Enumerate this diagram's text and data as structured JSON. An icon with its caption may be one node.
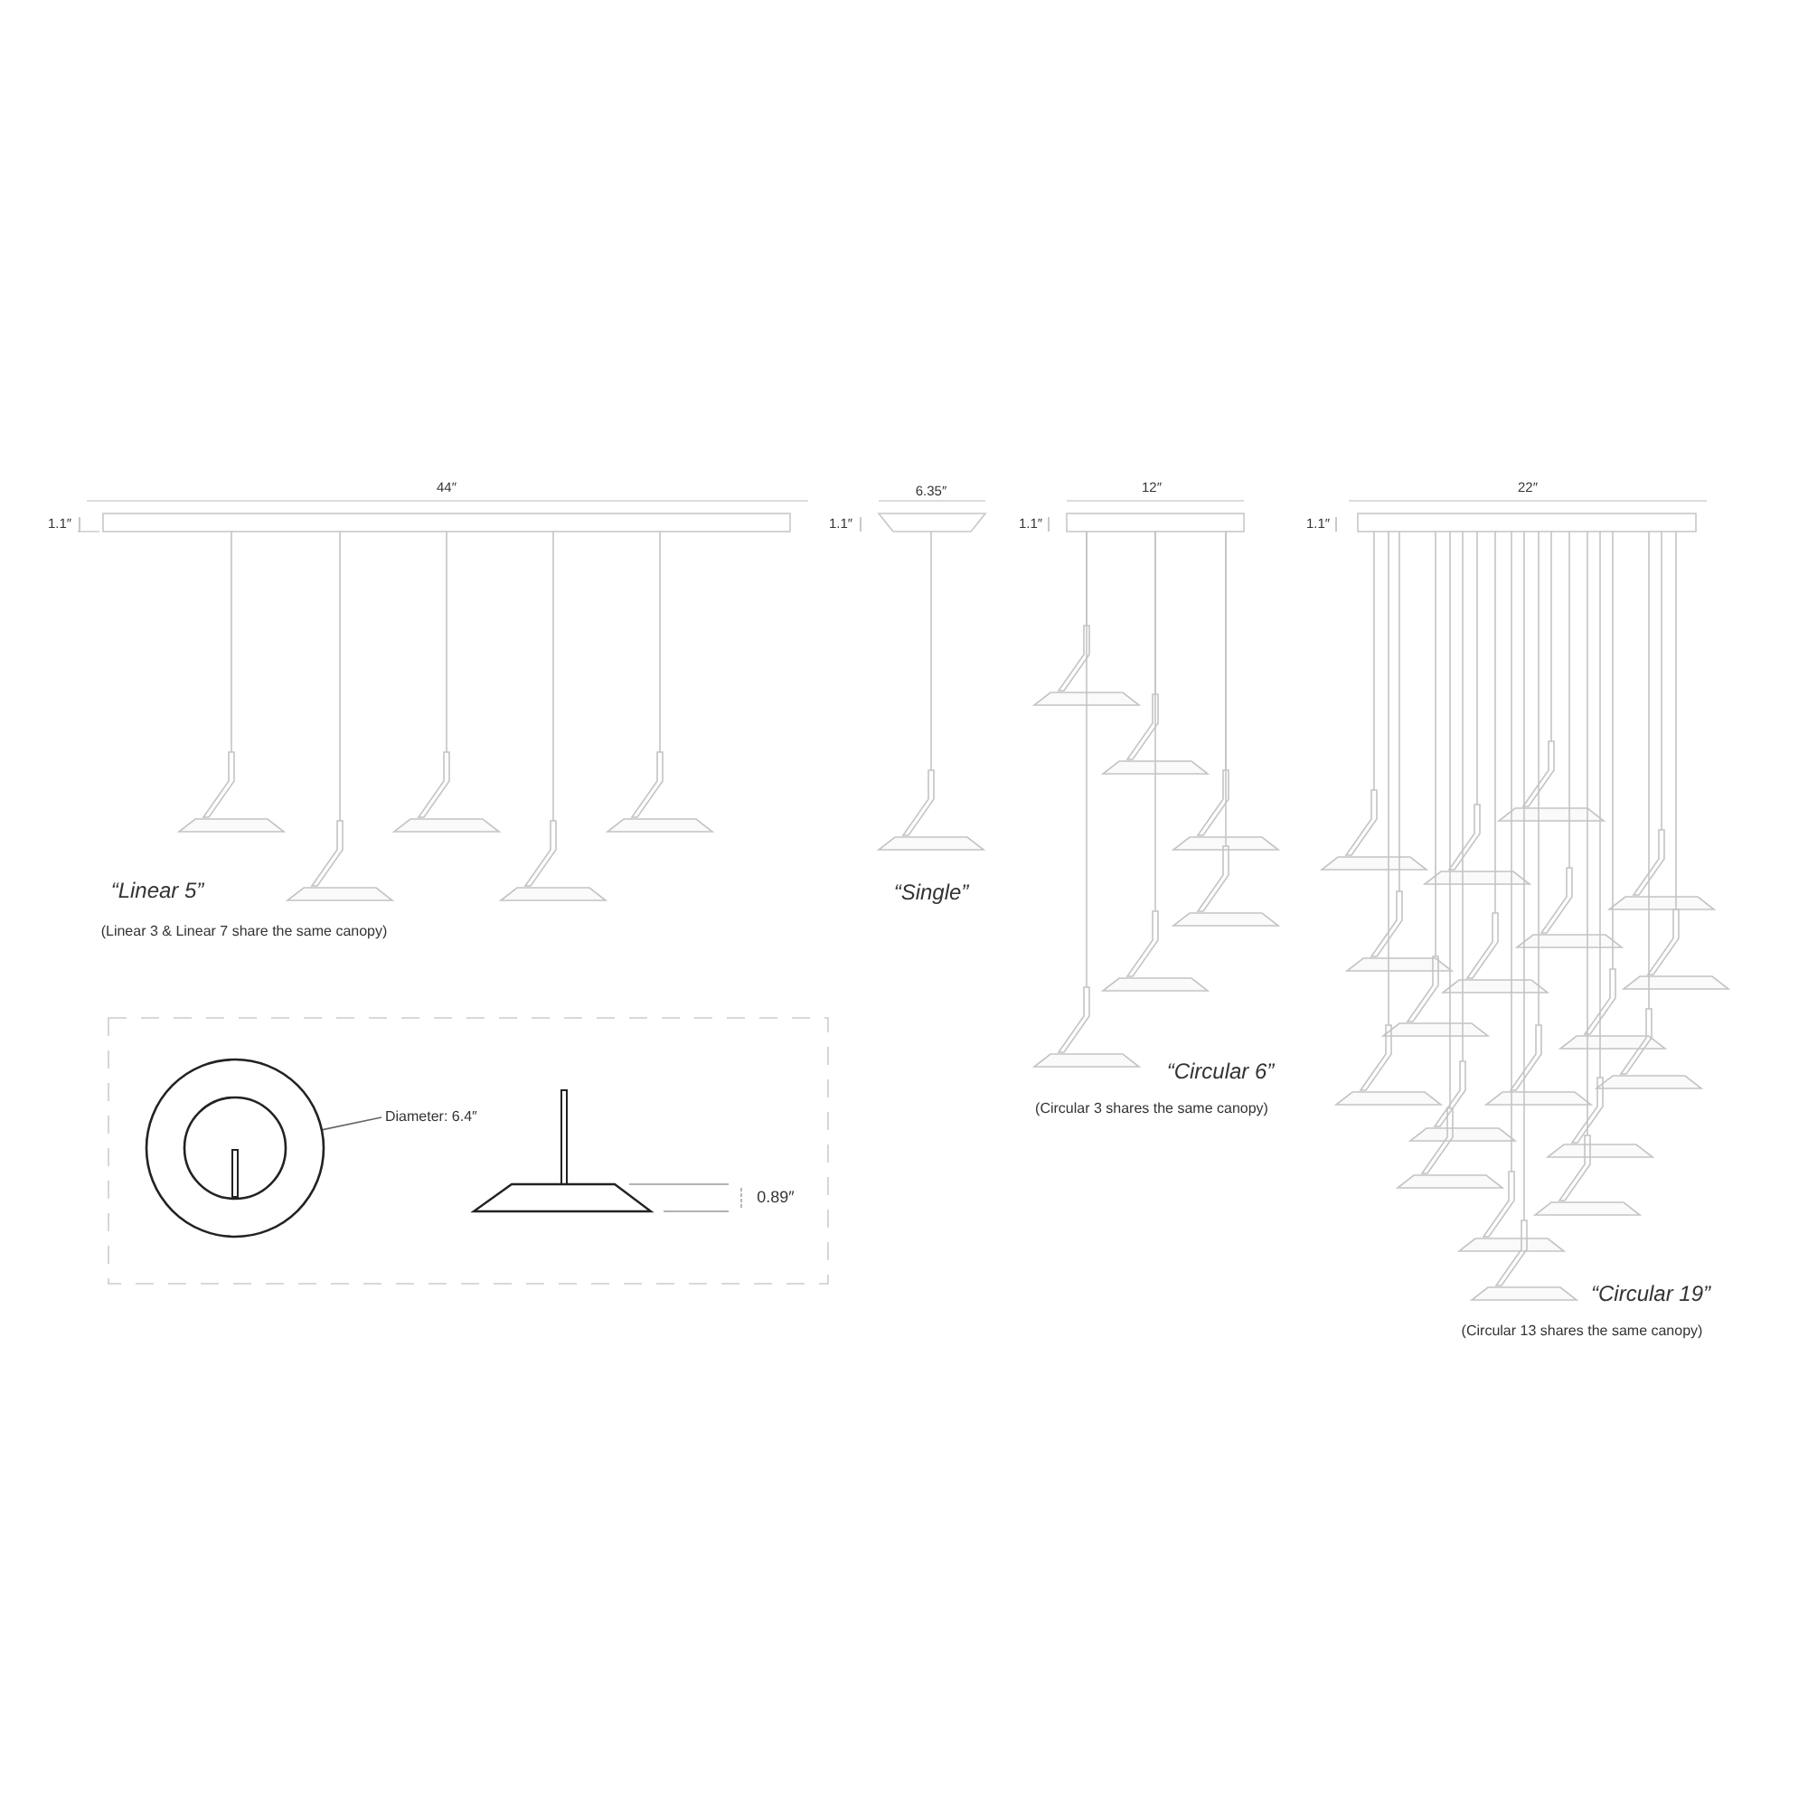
{
  "diagram": {
    "nodes": [
      {
        "text": [
          "Diameter: 6.4″"
        ]
      },
      {
        "text": [],
        "shape": "picture"
      }
    ],
    "edges": [
      {
        "from": 0,
        "to": 1,
        "arrow": "none"
      }
    ],
    "labels": [
      "44″",
      "1.1″",
      "6.35″",
      "1.1″",
      "12″",
      "1.1″",
      "22″",
      "1.1″",
      "“Linear 5”",
      "(Linear 3 & Linear 7 share the same canopy)",
      "“Single”",
      "“Circular 6”",
      "(Circular 3 shares the same canopy)",
      "“Circular 19”",
      "(Circular 13 shares the same canopy)",
      "0.89″"
    ]
  }
}
